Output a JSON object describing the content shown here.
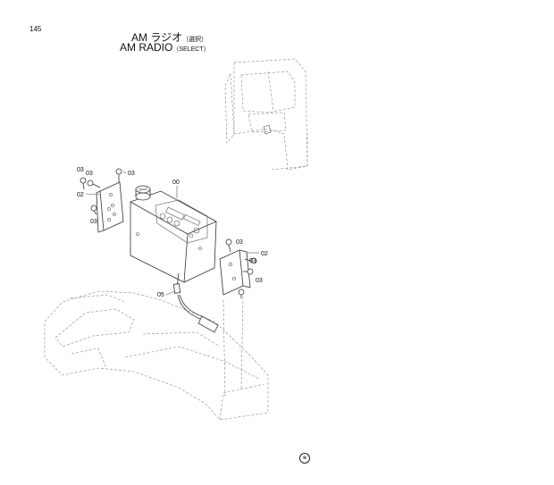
{
  "header": {
    "page_number": "145",
    "title_jp_main": "AM ラジオ",
    "title_jp_sub": "（選択）",
    "title_en_main": "AM RADIO",
    "title_en_sub": "（SELECT）"
  },
  "callouts": {
    "radio": "00",
    "bracket_left": "02",
    "bracket_right": "02",
    "bolt_1": "03",
    "bolt_2": "03",
    "bolt_3": "03",
    "bolt_4": "03",
    "bolt_5": "03",
    "bolt_6": "03",
    "bolt_7": "03",
    "antenna_lead": "05"
  },
  "footer": {
    "mark": "※"
  }
}
